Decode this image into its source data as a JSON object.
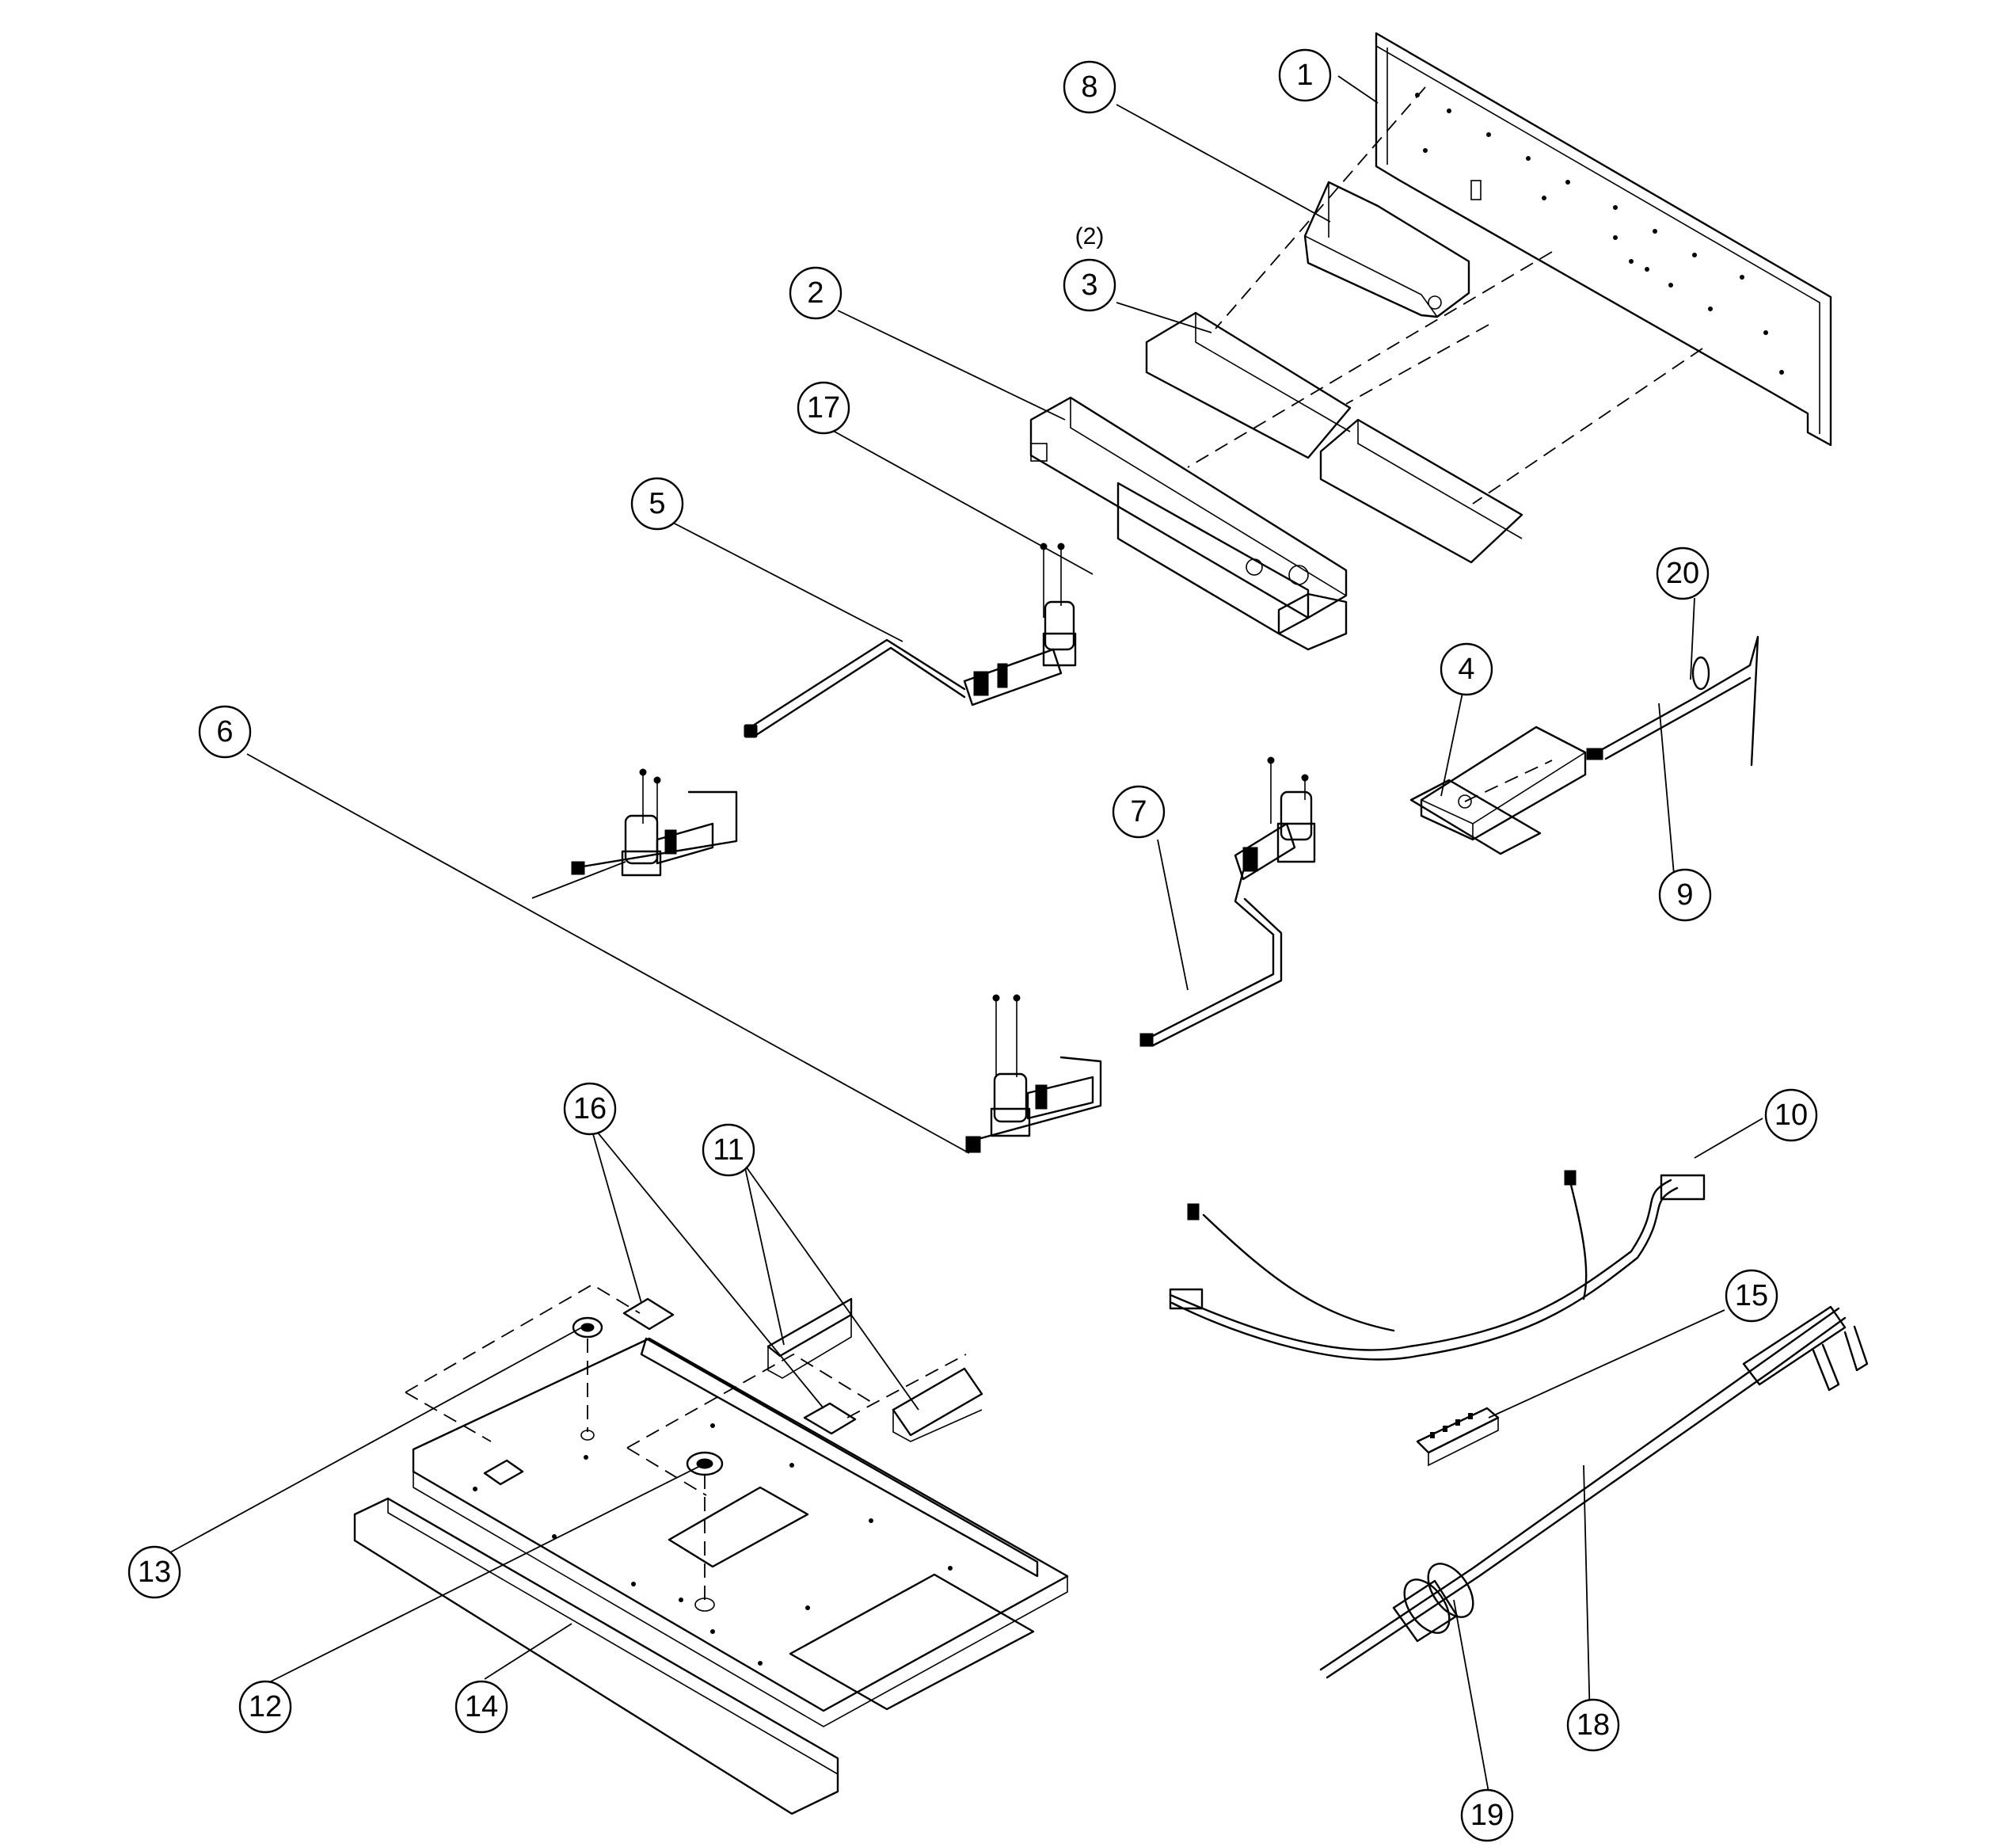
{
  "callouts": [
    {
      "id": "1",
      "label": "1"
    },
    {
      "id": "2",
      "label": "2"
    },
    {
      "id": "3",
      "label": "3"
    },
    {
      "id": "4",
      "label": "4"
    },
    {
      "id": "5",
      "label": "5"
    },
    {
      "id": "6",
      "label": "6"
    },
    {
      "id": "7",
      "label": "7"
    },
    {
      "id": "8",
      "label": "8"
    },
    {
      "id": "9",
      "label": "9"
    },
    {
      "id": "10",
      "label": "10"
    },
    {
      "id": "11",
      "label": "11"
    },
    {
      "id": "12",
      "label": "12"
    },
    {
      "id": "13",
      "label": "13"
    },
    {
      "id": "14",
      "label": "14"
    },
    {
      "id": "15",
      "label": "15"
    },
    {
      "id": "16",
      "label": "16"
    },
    {
      "id": "17",
      "label": "17"
    },
    {
      "id": "18",
      "label": "18"
    },
    {
      "id": "19",
      "label": "19"
    },
    {
      "id": "20",
      "label": "20"
    }
  ],
  "quantity_note": "(2)"
}
